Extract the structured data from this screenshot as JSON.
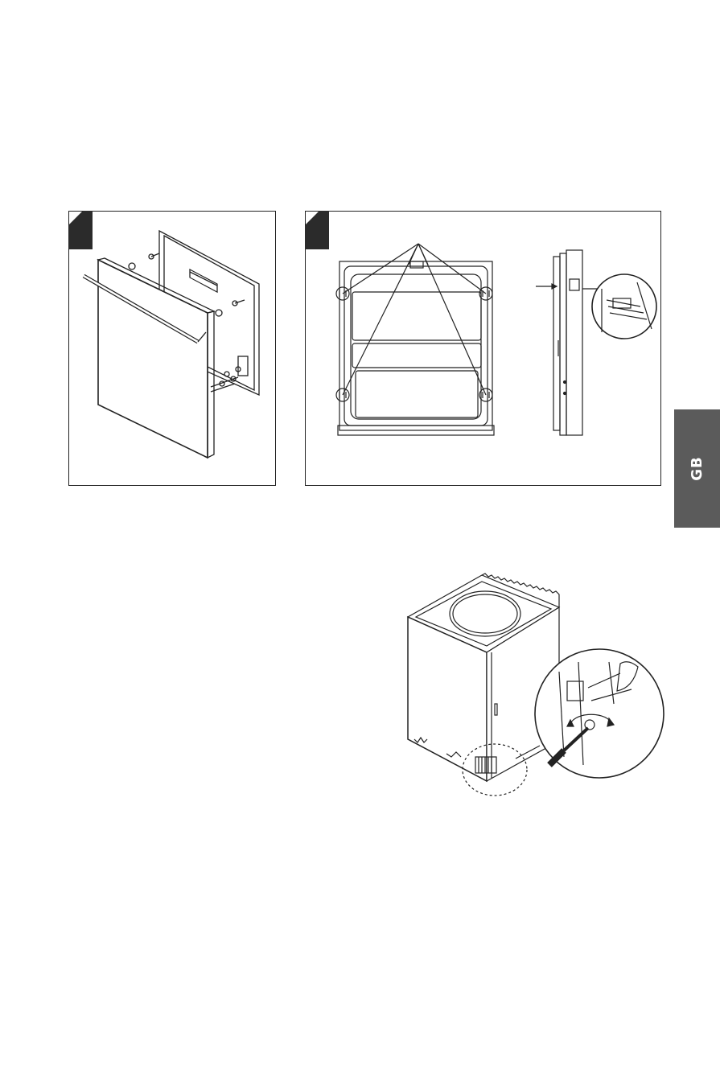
{
  "language_tab": {
    "label": "GB"
  },
  "figures": [
    {
      "id": "1",
      "subject": "door-panel-with-handle"
    },
    {
      "id": "2",
      "subject": "door-inner-frame-with-clips"
    },
    {
      "id": "3",
      "subject": "dishwasher-foot-adjustment"
    }
  ],
  "colors": {
    "line": "#222222",
    "tab": "#5b5b5b",
    "marker": "#2b2b2b"
  }
}
